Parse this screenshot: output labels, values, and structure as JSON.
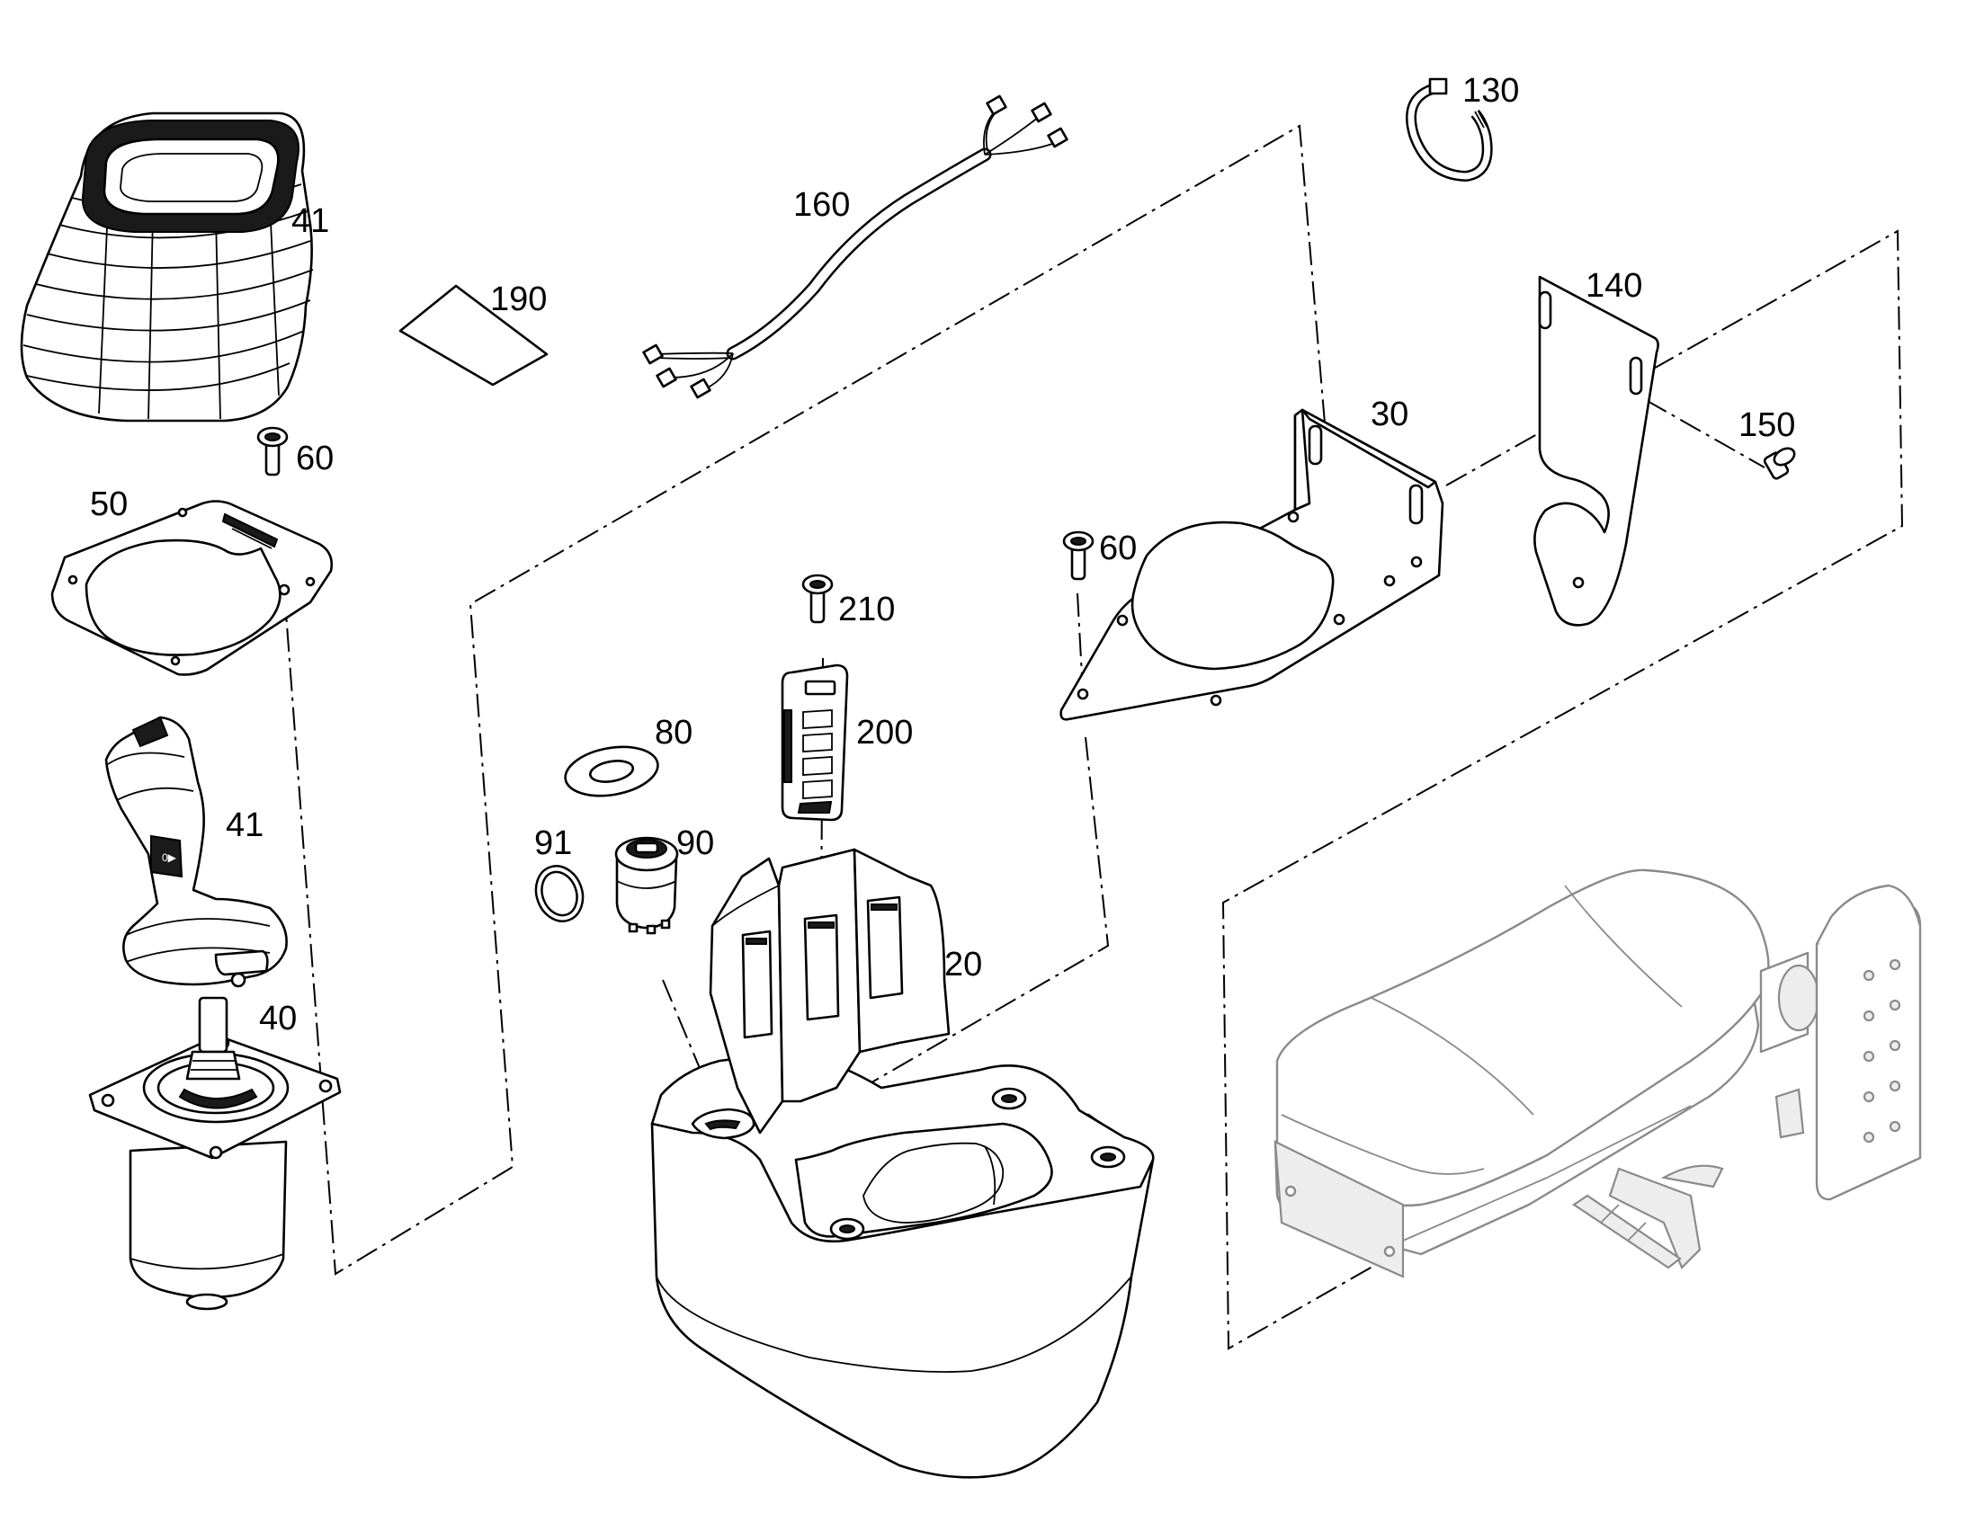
{
  "parts": [
    {
      "id": "boot-top",
      "number": "41"
    },
    {
      "id": "decal",
      "number": "190"
    },
    {
      "id": "wire-harness",
      "number": "160"
    },
    {
      "id": "clamp",
      "number": "130"
    },
    {
      "id": "bracket-plate",
      "number": "140"
    },
    {
      "id": "seat-bracket",
      "number": "30"
    },
    {
      "id": "screw-right",
      "number": "150"
    },
    {
      "id": "screw-left",
      "number": "60"
    },
    {
      "id": "cover-plate",
      "number": "50"
    },
    {
      "id": "screw-bracket",
      "number": "60"
    },
    {
      "id": "screw-switch-panel",
      "number": "210"
    },
    {
      "id": "washer",
      "number": "80"
    },
    {
      "id": "switch-panel",
      "number": "200"
    },
    {
      "id": "joystick-grip",
      "number": "41"
    },
    {
      "id": "o-ring",
      "number": "91"
    },
    {
      "id": "ignition-switch",
      "number": "90"
    },
    {
      "id": "console-housing",
      "number": "20"
    },
    {
      "id": "joystick-base",
      "number": "40"
    }
  ]
}
